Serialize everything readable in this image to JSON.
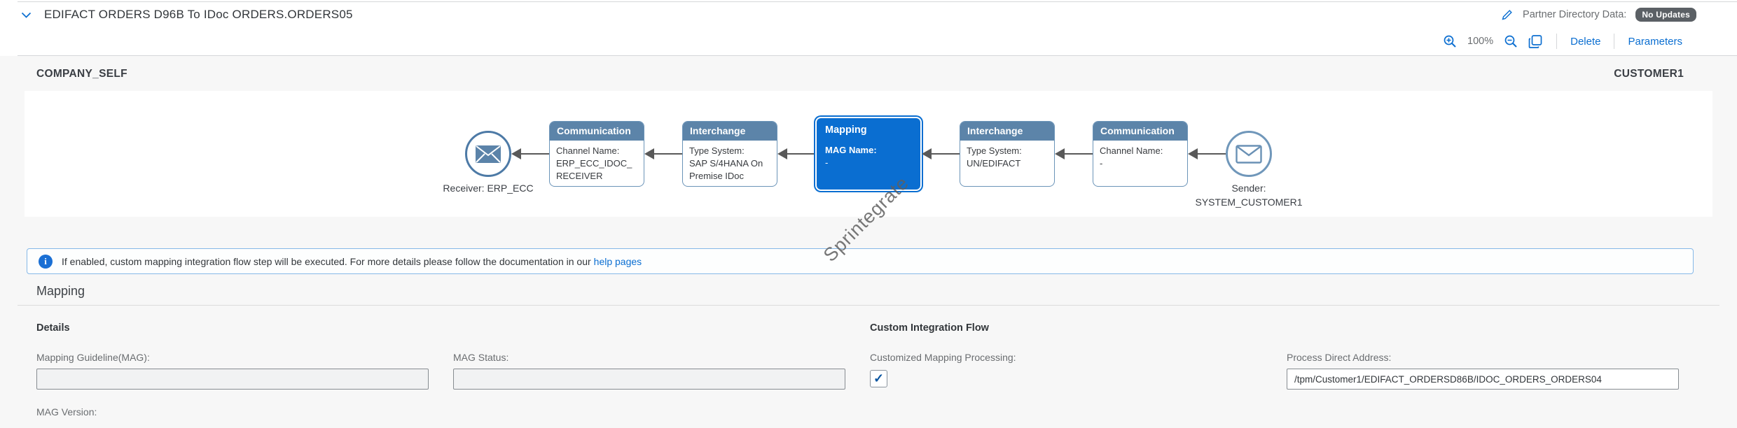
{
  "header": {
    "title": "EDIFACT ORDERS D96B To IDoc ORDERS.ORDERS05",
    "partner_directory_label": "Partner Directory Data:",
    "partner_directory_status": "No Updates"
  },
  "toolbar": {
    "zoom_level": "100%",
    "delete_label": "Delete",
    "parameters_label": "Parameters"
  },
  "diagram": {
    "left_partner": "COMPANY_SELF",
    "right_partner": "CUSTOMER1",
    "receiver_label": "Receiver: ERP_ECC",
    "sender_label_line1": "Sender:",
    "sender_label_line2": "SYSTEM_CUSTOMER1",
    "nodes": [
      {
        "title": "Communication",
        "field": "Channel Name:",
        "value": "ERP_ECC_IDOC_RECEIVER"
      },
      {
        "title": "Interchange",
        "field": "Type System:",
        "value": "SAP S/4HANA On Premise IDoc"
      },
      {
        "title": "Mapping",
        "field": "MAG Name:",
        "value": "-",
        "selected": true
      },
      {
        "title": "Interchange",
        "field": "Type System:",
        "value": "UN/EDIFACT"
      },
      {
        "title": "Communication",
        "field": "Channel Name:",
        "value": "-"
      }
    ],
    "watermark": "Sprintegrate"
  },
  "info_bar": {
    "text": "If enabled, custom mapping integration flow step will be executed. For more details please follow the documentation in our ",
    "link_label": "help pages"
  },
  "mapping_section": {
    "title": "Mapping",
    "details": {
      "heading": "Details",
      "mag_label": "Mapping Guideline(MAG):",
      "mag_value": "",
      "status_label": "MAG Status:",
      "status_value": "",
      "version_label": "MAG Version:"
    },
    "custom_flow": {
      "heading": "Custom Integration Flow",
      "processing_label": "Customized Mapping Processing:",
      "processing_checked": true,
      "address_label": "Process Direct Address:",
      "address_value": "/tpm/Customer1/EDIFACT_ORDERSD86B/IDOC_ORDERS_ORDERS04"
    }
  },
  "colors": {
    "accent_blue": "#0a6ed1",
    "node_header_blue": "#5c84a9",
    "selected_node_blue": "#0a6ed1",
    "badge_gray": "#5b6065",
    "arrow_gray": "#595959",
    "info_border_blue": "#86b8e8",
    "page_background": "#f7f7f7"
  }
}
